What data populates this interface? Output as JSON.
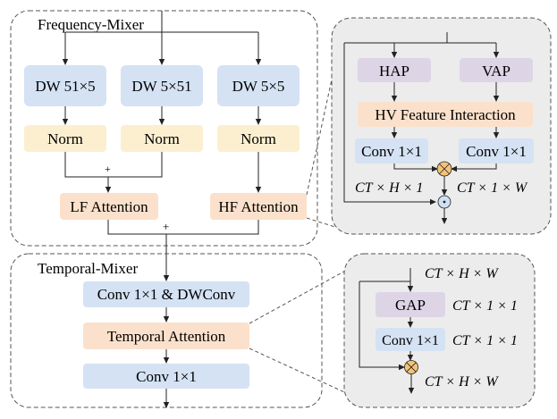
{
  "frequency_mixer": {
    "title": "Frequency-Mixer",
    "dw_blocks": [
      "DW 51×5",
      "DW 5×51",
      "DW 5×5"
    ],
    "norm_blocks": [
      "Norm",
      "Norm",
      "Norm"
    ],
    "plus_sign": "+",
    "lf_attention": "LF Attention",
    "hf_attention": "HF Attention",
    "merge_plus": "+"
  },
  "temporal_mixer": {
    "title": "Temporal-Mixer",
    "conv_dw": "Conv 1×1 & DWConv",
    "temporal_attention": "Temporal Attention",
    "conv_out": "Conv 1×1"
  },
  "hf_detail": {
    "hap": "HAP",
    "vap": "VAP",
    "interaction": "HV Feature Interaction",
    "conv_left": "Conv 1×1",
    "conv_right": "Conv 1×1",
    "dim_left": "CT × H × 1",
    "dim_right": "CT × 1 × W",
    "multiply_symbol": "⊗",
    "dot_symbol": "⊙"
  },
  "ta_detail": {
    "input_dim": "CT × H × W",
    "gap": "GAP",
    "gap_dim": "CT × 1 × 1",
    "conv": "Conv 1×1",
    "conv_dim": "CT × 1 × 1",
    "multiply_symbol": "⊗",
    "output_dim": "CT × H × W"
  },
  "colors": {
    "blue_block": "#d4e2f4",
    "yellow_block": "#fbefcf",
    "orange_block": "#fbe1cb",
    "purple_block": "#ddd4e6",
    "panel_gray": "#ececec",
    "multiply_fill": "#f4c37a",
    "dot_fill": "#cfe0f4"
  }
}
